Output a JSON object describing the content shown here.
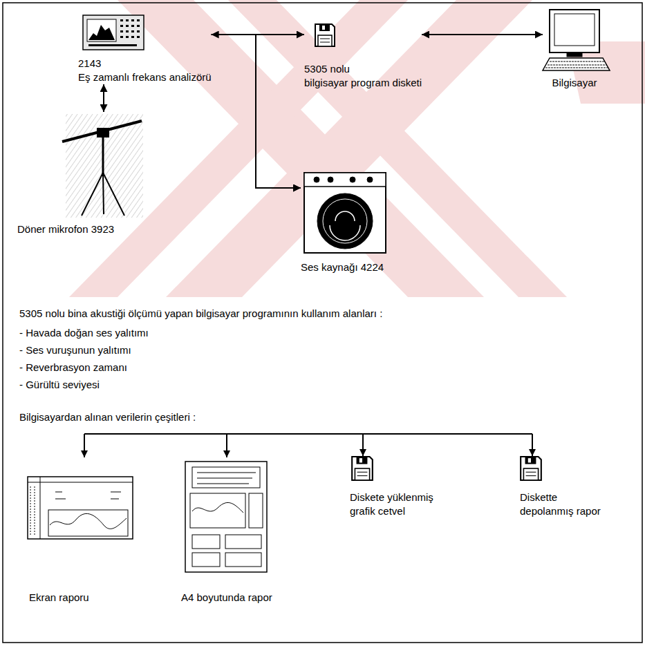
{
  "diagram": {
    "nodes": [
      {
        "text": [
          "2143",
          "Eş zamanlı frekans analizörü"
        ]
      },
      {
        "text": [
          "5305 nolu",
          "bilgisayar program disketi"
        ]
      },
      {
        "text": [
          "Bilgisayar"
        ]
      },
      {
        "text": [
          "Döner mikrofon 3923"
        ]
      },
      {
        "text": [
          "Ses kaynağı 4224"
        ]
      },
      {
        "text": [
          "Ekran raporu"
        ]
      },
      {
        "text": [
          "A4 boyutunda rapor"
        ]
      },
      {
        "text": [
          "Diskete yüklenmiş grafik cetvel"
        ]
      },
      {
        "text": [
          "Diskette depolanmış rapor"
        ]
      }
    ],
    "edges": [
      {
        "from": 0,
        "to": 1,
        "arrow": "both"
      },
      {
        "from": 1,
        "to": 2,
        "arrow": "both"
      },
      {
        "from": 0,
        "to": 3,
        "arrow": "both"
      },
      {
        "from": 0,
        "to": 4,
        "arrow": "to"
      },
      {
        "from": 1,
        "to": 4,
        "arrow": "to"
      }
    ],
    "labels": [
      "5305 nolu bina akustiği ölçümü yapan bilgisayar programının kullanım alanları :",
      "- Havada doğan ses yalıtımı",
      "- Ses vuruşunun yalıtımı",
      "- Reverbrasyon zamanı",
      "- Gürültü seviyesi",
      "Bilgisayardan alınan verilerin çeşitleri :"
    ]
  }
}
